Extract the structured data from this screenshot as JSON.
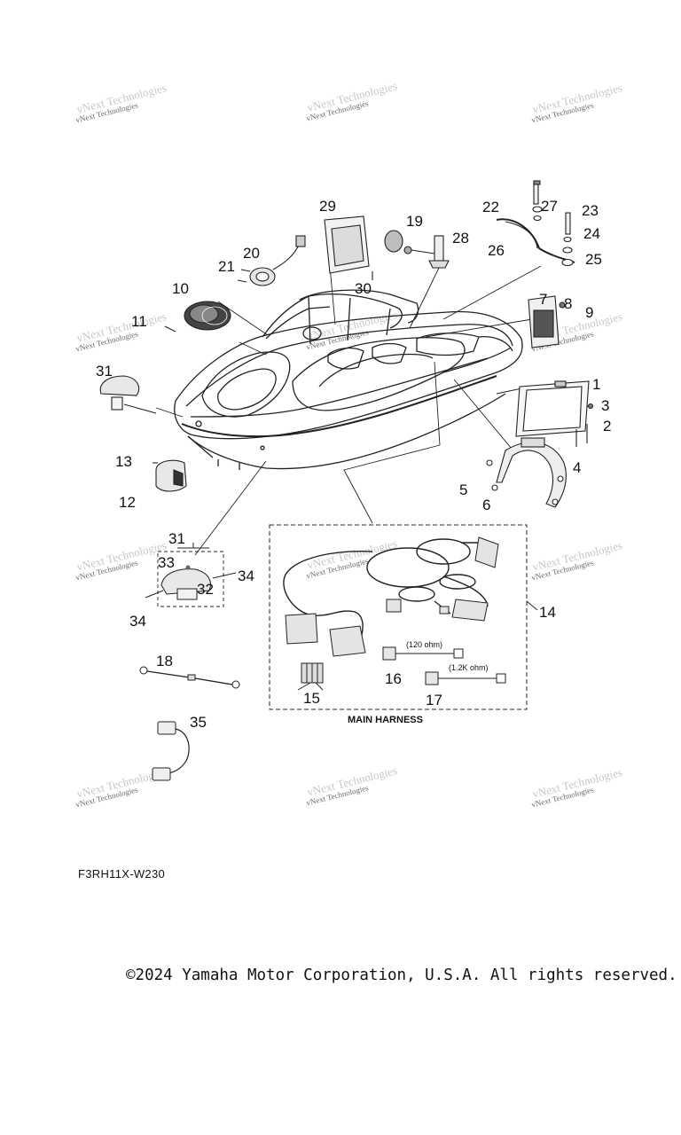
{
  "watermark_text": "vNext Technologies",
  "callouts": [
    "1",
    "2",
    "3",
    "4",
    "5",
    "6",
    "7",
    "8",
    "9",
    "10",
    "11",
    "12",
    "13",
    "14",
    "15",
    "16",
    "17",
    "18",
    "19",
    "20",
    "21",
    "22",
    "23",
    "24",
    "25",
    "26",
    "27",
    "28",
    "29",
    "30",
    "31",
    "31",
    "32",
    "33",
    "34",
    "34",
    "35"
  ],
  "harness": {
    "caption": "MAIN HARNESS",
    "resistor_16": "(120 ohm)",
    "resistor_17": "(1.2K ohm)"
  },
  "diagram_code": "F3RH11X-W230",
  "copyright": "©2024 Yamaha Motor Corporation, U.S.A. All rights reserved."
}
